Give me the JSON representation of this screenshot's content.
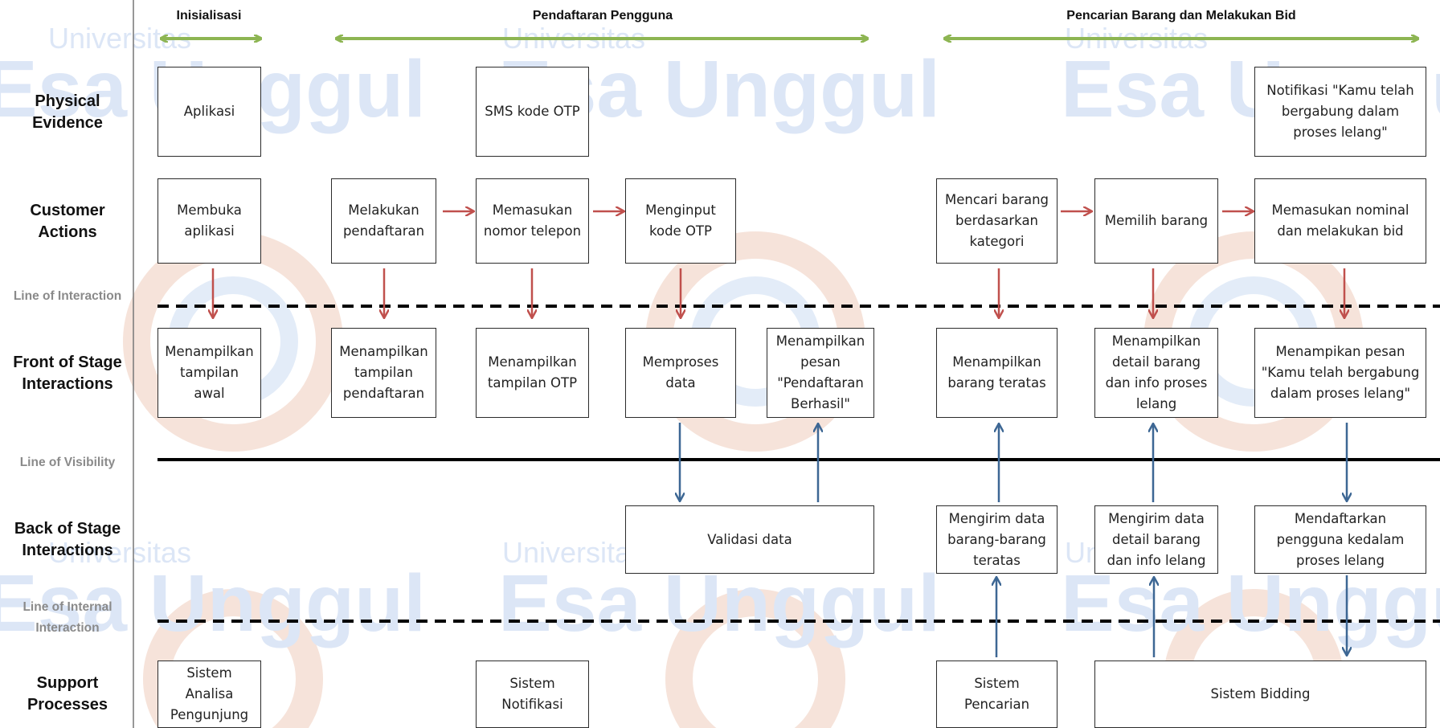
{
  "watermark": {
    "line1": "Universitas",
    "line2": "Esa Unggul",
    "color": "#dce6f6"
  },
  "colors": {
    "phase_arrow": "#8db552",
    "customer_arrow": "#c0504d",
    "backstage_arrow": "#3d6794",
    "divider": "#000000",
    "box_border": "#2b2b2b"
  },
  "phases": [
    {
      "label": "Inisialisasi"
    },
    {
      "label": "Pendaftaran Pengguna"
    },
    {
      "label": "Pencarian Barang dan Melakukan Bid"
    }
  ],
  "row_labels": {
    "physical_evidence": "Physical\nEvidence",
    "customer_actions": "Customer\nActions",
    "front_of_stage": "Front of Stage\nInteractions",
    "back_of_stage": "Back of Stage\nInteractions",
    "support_processes": "Support\nProcesses"
  },
  "line_labels": {
    "interaction": "Line of Interaction",
    "visibility": "Line of Visibility",
    "internal": "Line of Internal\nInteraction"
  },
  "physical_evidence": {
    "aplikasi": "Aplikasi",
    "sms_otp": "SMS kode OTP",
    "notifikasi": "Notifikasi \"Kamu telah\nbergabung dalam\nproses lelang\""
  },
  "customer_actions": {
    "membuka": "Membuka\naplikasi",
    "pendaftaran": "Melakukan\npendaftaran",
    "telepon": "Memasukan\nnomor telepon",
    "otp": "Menginput\nkode OTP",
    "cari": "Mencari barang\nberdasarkan\nkategori",
    "pilih": "Memilih barang",
    "bid": "Memasukan nominal\ndan melakukan bid"
  },
  "front_stage": {
    "awal": "Menampilkan\ntampilan\nawal",
    "pendaftaran": "Menampilkan\ntampilan\npendaftaran",
    "otp": "Menampilkan\ntampilan OTP",
    "proses": "Memproses\ndata",
    "berhasil": "Menampilkan\npesan\n\"Pendaftaran\nBerhasil\"",
    "teratas": "Menampilkan\nbarang teratas",
    "detail": "Menampilkan\ndetail barang\ndan info proses\nlelang",
    "pesan_lelang": "Menampikan pesan\n\"Kamu telah bergabung\ndalam proses lelang\""
  },
  "back_stage": {
    "validasi": "Validasi data",
    "kirim_teratas": "Mengirim data\nbarang-barang\nteratas",
    "kirim_detail": "Mengirim data\ndetail barang\ndan info lelang",
    "daftar_lelang": "Mendaftarkan\npengguna kedalam\nproses lelang"
  },
  "support": {
    "analisa": "Sistem\nAnalisa\nPengunjung",
    "notifikasi": "Sistem\nNotifikasi",
    "pencarian": "Sistem\nPencarian",
    "bidding": "Sistem Bidding"
  }
}
